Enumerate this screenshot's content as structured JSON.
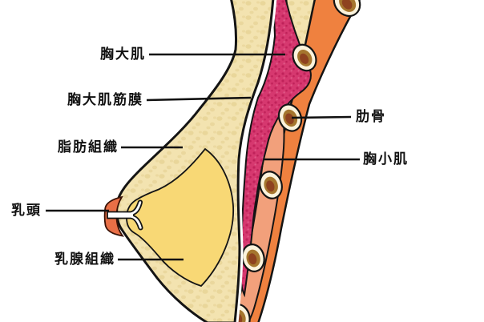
{
  "diagram": {
    "type": "anatomical-cross-section",
    "subject": "breast-sagittal-section",
    "labels": {
      "pectoralis_major": "胸大肌",
      "pectoralis_major_fascia": "胸大肌筋膜",
      "fat_tissue": "脂肪組織",
      "nipple": "乳頭",
      "mammary_gland": "乳腺組織",
      "rib": "肋骨",
      "pectoralis_minor": "胸小肌"
    },
    "colors": {
      "background": "#FFFFFF",
      "outline": "#141414",
      "skin_fat": "#F3E3B0",
      "skin_fat_speckle": "#E5D193",
      "mammary_gland": "#F8D875",
      "pectoralis_major": "#D6386F",
      "pectoralis_major_speckle": "#BE2058",
      "pectoralis_minor": "#F2A07B",
      "chest_wall_muscle": "#EF813F",
      "rib_outer_ring": "#FBF3DC",
      "rib_middle_ring": "#A5762E",
      "rib_marrow": "#8E421F",
      "nipple": "#E96F46",
      "duct": "#FFFFFF",
      "label_text": "#111111"
    }
  }
}
